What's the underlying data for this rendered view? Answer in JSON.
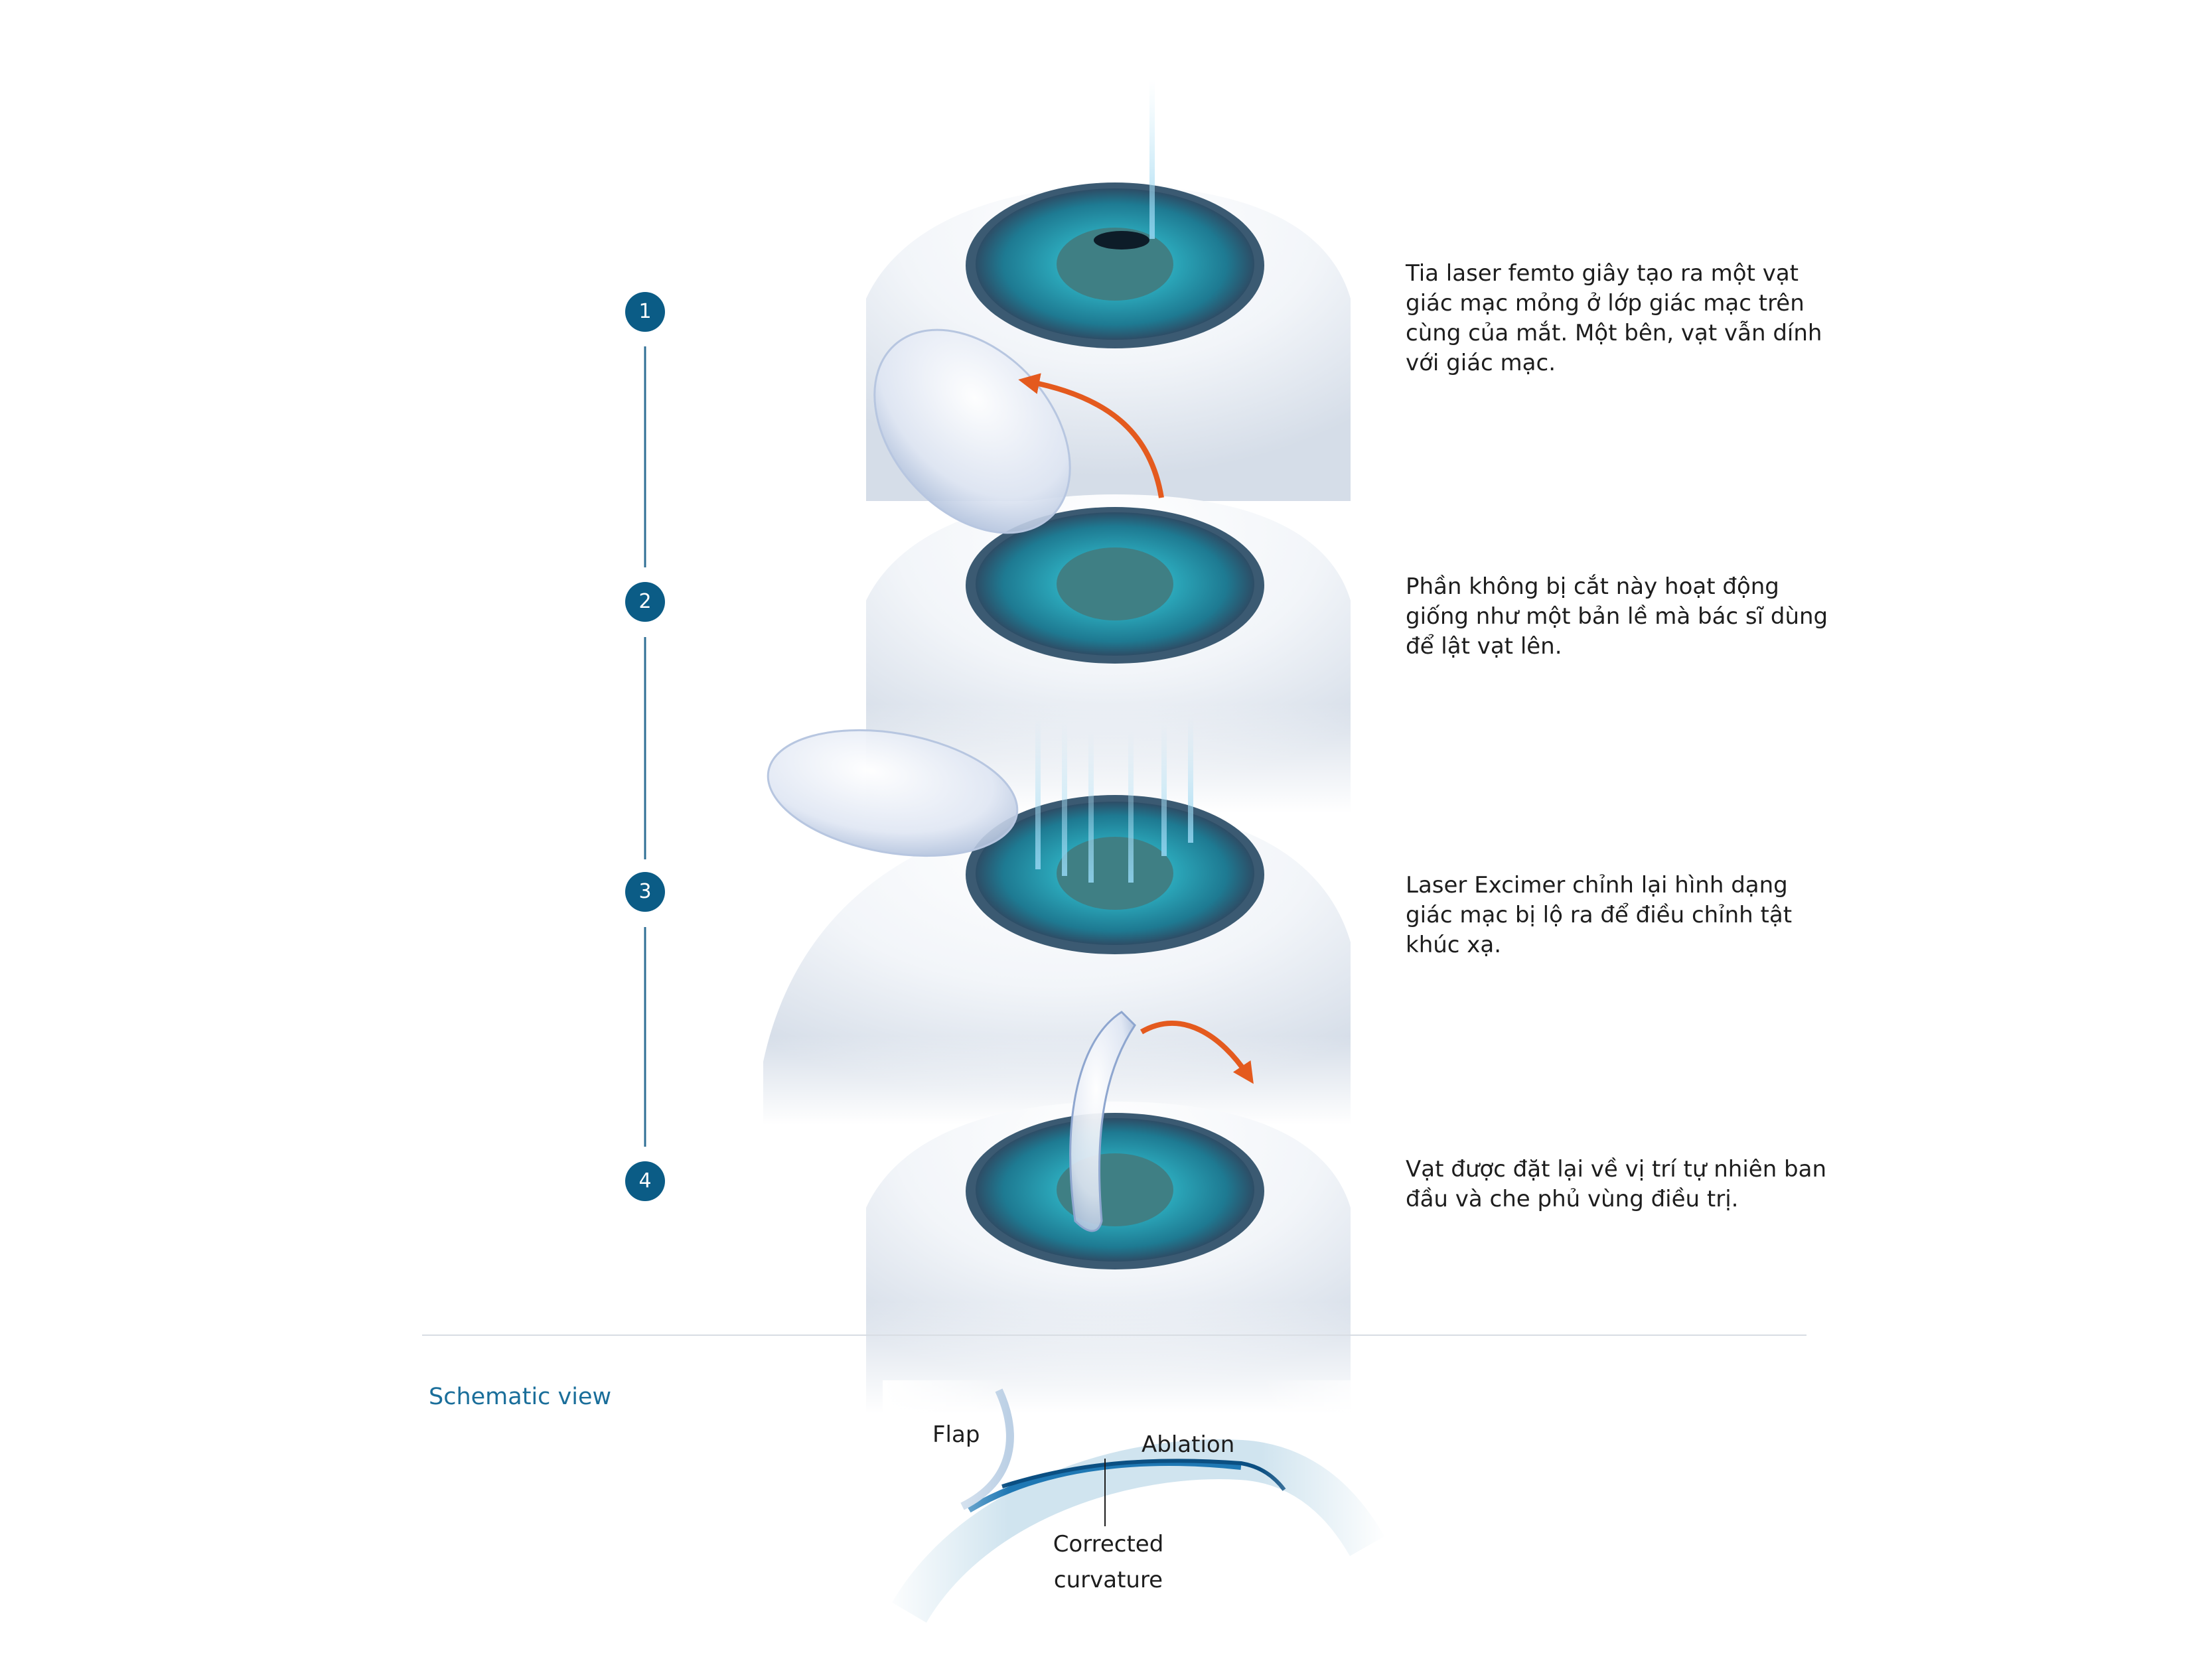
{
  "steps": [
    {
      "number": "1",
      "text": "Tia laser femto giây tạo ra một vạt giác mạc mỏng ở lớp giác mạc trên cùng của mắt. Một bên, vạt vẫn dính với giác mạc."
    },
    {
      "number": "2",
      "text": "Phần không bị cắt  này hoạt động giống như một bản lề mà bác sĩ dùng để lật vạt lên."
    },
    {
      "number": "3",
      "text": "Laser Excimer chỉnh lại hình dạng giác mạc bị lộ ra để điều chỉnh tật khúc xạ."
    },
    {
      "number": "4",
      "text": "Vạt được đặt lại về vị trí tự nhiên ban đầu và che phủ vùng điều trị."
    }
  ],
  "schematic": {
    "title": "Schematic view",
    "flap_label": "Flap",
    "ablation_label": "Ablation",
    "corrected_label": "Corrected curvature"
  },
  "colors": {
    "badge": "#0b5c86",
    "timeline": "#2f6f95",
    "arrow": "#e45a1e",
    "iris": "#2a9fb0",
    "pupil": "#3f7f84",
    "schematic_title": "#1a6e9a"
  }
}
